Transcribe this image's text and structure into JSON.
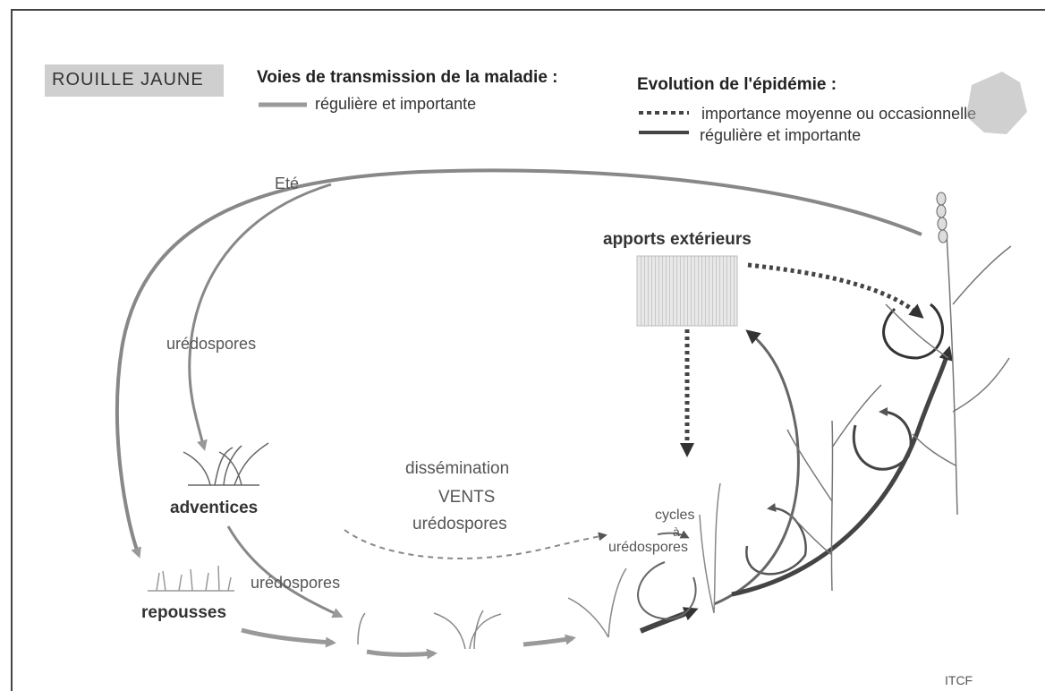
{
  "title": "ROUILLE JAUNE",
  "legend": {
    "transmission_header": "Voies de transmission de la maladie :",
    "transmission_regular": "régulière et importante",
    "evolution_header": "Evolution de l'épidémie :",
    "evolution_medium": "importance moyenne ou occasionnelle",
    "evolution_regular": "régulière et importante"
  },
  "labels": {
    "summer": "Eté",
    "uredospores_left": "urédospores",
    "adventices": "adventices",
    "uredospores_bottom": "urédospores",
    "repousses": "repousses",
    "dissemination": "dissémination",
    "vents": "VENTS",
    "uredospores_wind": "urédospores",
    "cycles": "cycles",
    "cycles_a": "à",
    "cycles_uredospores": "urédospores",
    "apports": "apports extérieurs",
    "credit": "ITCF"
  },
  "colors": {
    "transmission_line": "#9a9a9a",
    "evolution_line": "#333333",
    "title_bg": "#cfcfcf"
  }
}
